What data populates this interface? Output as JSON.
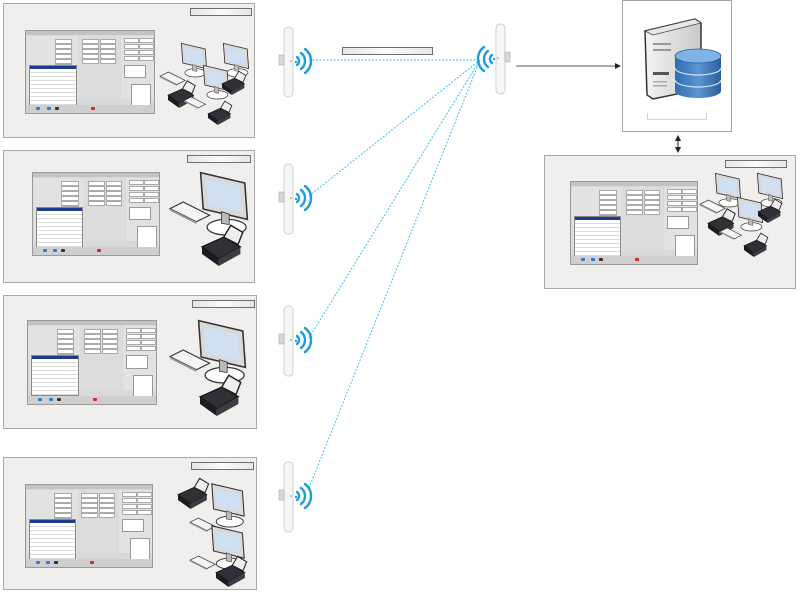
{
  "diagram": {
    "title": "",
    "link_style": {
      "wireless_color": "#3ec0e4",
      "wired_color": "#555555",
      "panel_bg": "#f1efee",
      "panel_border": "#a9a9a9",
      "wifi_icon_color": "#1a9ee0",
      "db_color": "#3f7dc0"
    },
    "backbone_label": "",
    "server": {
      "name": "",
      "label": "",
      "icon": "server-database-icon"
    },
    "stations": [
      {
        "id": "station-1",
        "label": "",
        "devices": "three-workstations-with-card-readers",
        "link": "wireless"
      },
      {
        "id": "station-2",
        "label": "",
        "devices": "one-workstation-with-card-reader",
        "link": "wireless"
      },
      {
        "id": "station-3",
        "label": "",
        "devices": "one-workstation-with-card-reader",
        "link": "wireless"
      },
      {
        "id": "station-4",
        "label": "",
        "devices": "two-workstations-with-card-readers",
        "link": "wireless"
      },
      {
        "id": "station-5",
        "label": "",
        "devices": "three-workstations-with-card-readers",
        "link": "wired-bidirectional"
      }
    ],
    "access_point": {
      "label": "",
      "icon": "wireless-antenna-icon"
    },
    "edges": [
      {
        "from": "station-1-antenna",
        "to": "access-point",
        "type": "wireless-dashed"
      },
      {
        "from": "station-2-antenna",
        "to": "access-point",
        "type": "wireless-dashed"
      },
      {
        "from": "station-3-antenna",
        "to": "access-point",
        "type": "wireless-dashed"
      },
      {
        "from": "station-4-antenna",
        "to": "access-point",
        "type": "wireless-dashed"
      },
      {
        "from": "access-point",
        "to": "server",
        "type": "wired-arrow"
      },
      {
        "from": "server",
        "to": "station-5",
        "type": "wired-double-arrow"
      }
    ]
  }
}
